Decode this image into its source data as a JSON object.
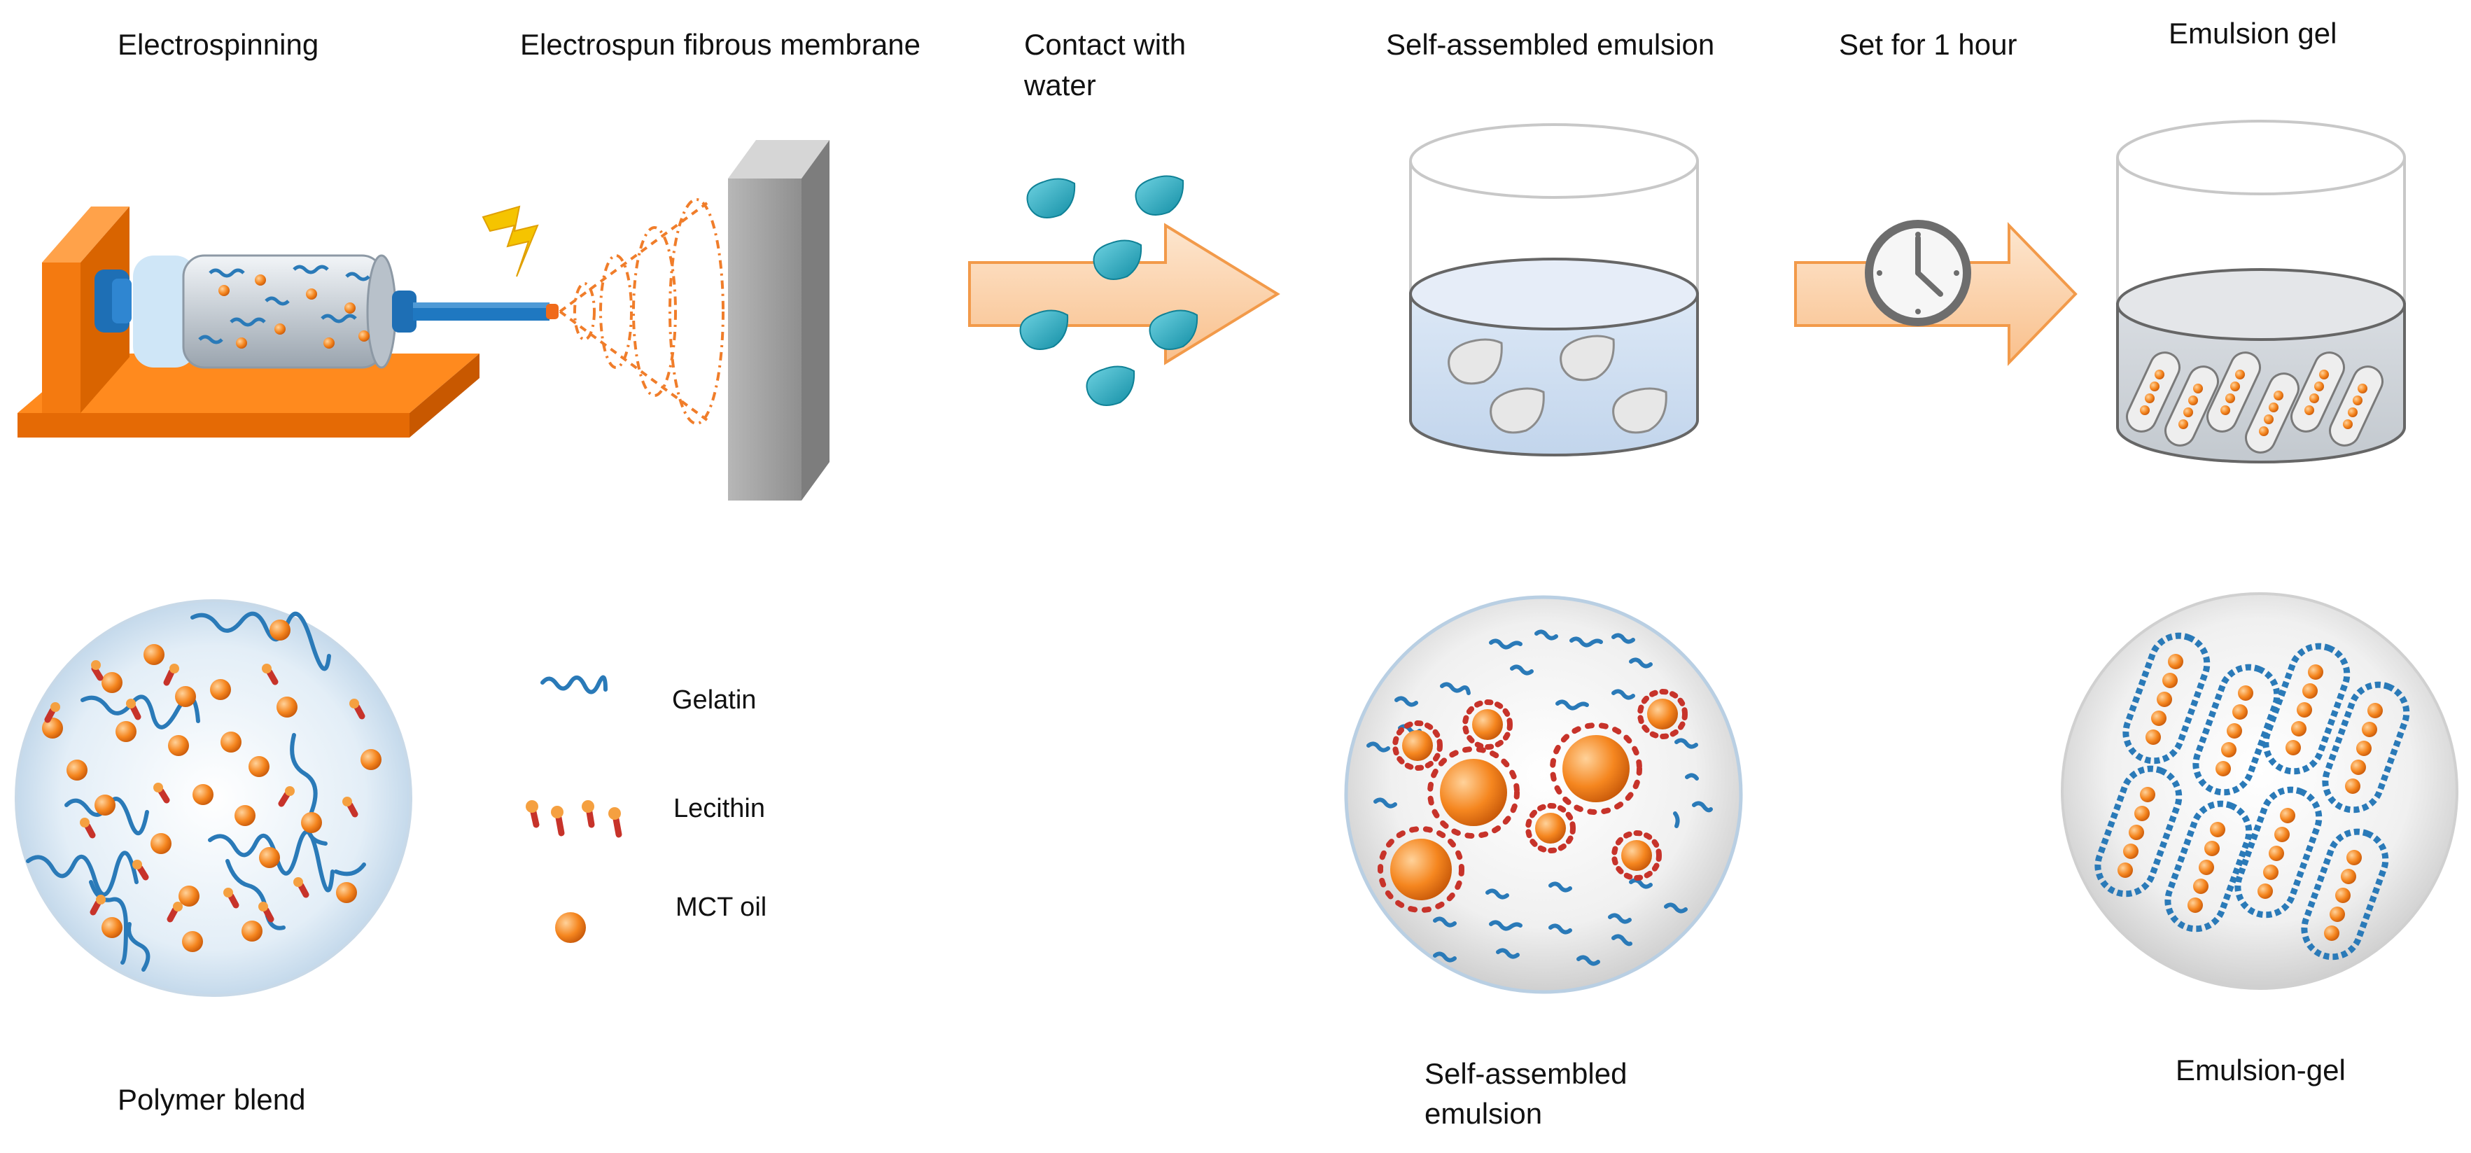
{
  "labels": {
    "electrospinning": "Electrospinning",
    "membrane": "Electrospun fibrous membrane",
    "contact_line1": "Contact with",
    "contact_line2": "water",
    "self_assembled": "Self-assembled emulsion",
    "set_time": "Set for 1 hour",
    "emulsion_gel": "Emulsion gel",
    "polymer_blend": "Polymer blend",
    "self_assembled_bottom_line1": "Self-assembled",
    "self_assembled_bottom_line2": "emulsion",
    "emulsion_gel_bottom": "Emulsion-gel"
  },
  "legend": {
    "gelatin": "Gelatin",
    "lecithin": "Lecithin",
    "mct_oil": "MCT oil"
  },
  "icons": [
    "lightning-icon",
    "clock-icon",
    "water-drop-icon",
    "arrow-icon"
  ],
  "colors": {
    "orange": "#f47920",
    "blue": "#2a7ab8",
    "teal": "#1fa6bd",
    "arrow_fill": "#fbd3ad",
    "lecithin_red": "#c7332a",
    "clock_gray": "#6d6d6d"
  }
}
